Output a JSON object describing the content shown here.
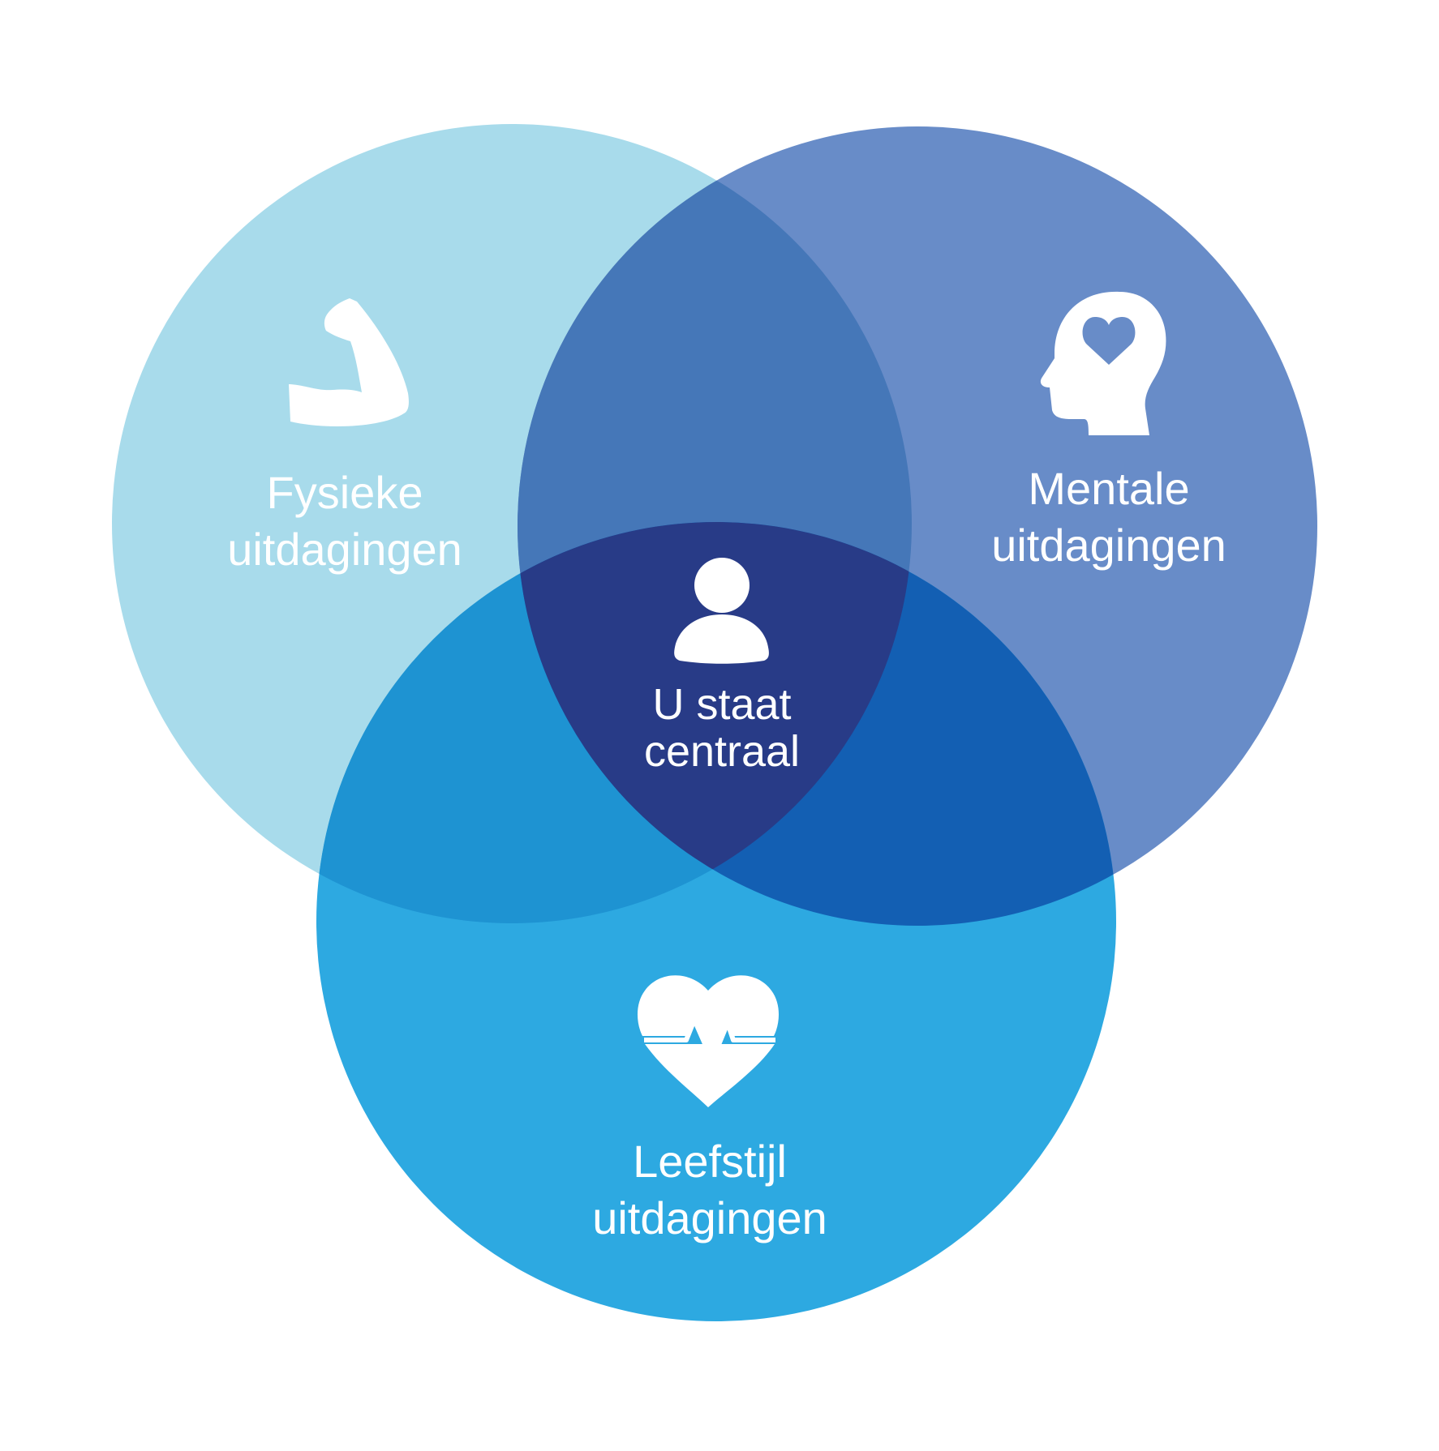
{
  "diagram": {
    "circles": {
      "physical": {
        "label_line1": "Fysieke",
        "label_line2": "uitdagingen",
        "icon": "flexed-arm-icon",
        "color": "#A8DBEB"
      },
      "mental": {
        "label_line1": "Mentale",
        "label_line2": "uitdagingen",
        "icon": "head-with-heart-icon",
        "color": "#688CC8"
      },
      "lifestyle": {
        "label_line1": "Leefstijl",
        "label_line2": "uitdagingen",
        "icon": "heartbeat-icon",
        "color": "#2DA9E1"
      }
    },
    "overlaps": {
      "physical_mental": "#4577B8",
      "physical_lifestyle": "#1E93D2",
      "mental_lifestyle": "#135FB3",
      "center": "#283B87"
    },
    "center": {
      "label_line1": "U staat",
      "label_line2": "centraal",
      "icon": "person-icon"
    }
  }
}
